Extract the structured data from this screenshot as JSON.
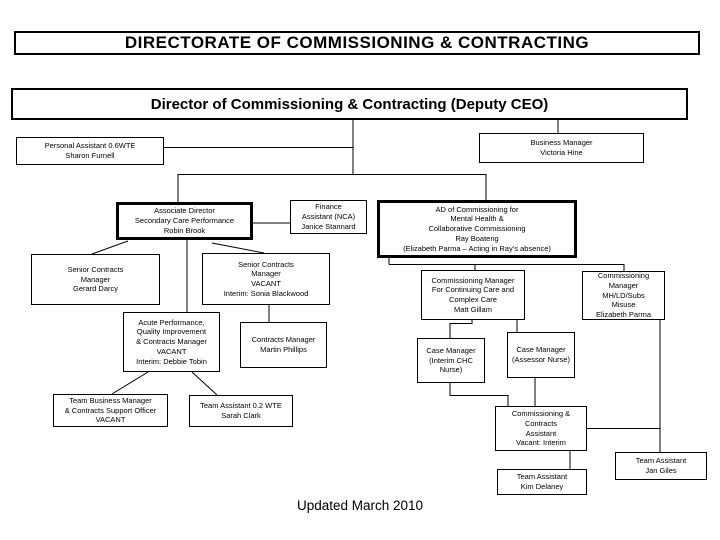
{
  "colors": {
    "background": "#ffffff",
    "box_fill": "#ffffff",
    "box_border": "#000000",
    "connector_line": "#000000",
    "text": "#000000"
  },
  "header": {
    "title": "DIRECTORATE OF COMMISSIONING & CONTRACTING",
    "director": "Director of Commissioning & Contracting (Deputy CEO)"
  },
  "footer": {
    "updated": "Updated March 2010"
  },
  "nodes": {
    "pa": {
      "lines": [
        "Personal Assistant 0.6WTE",
        "Sharon Furnell"
      ]
    },
    "bm": {
      "lines": [
        "Business Manager",
        "Victoria Hine"
      ]
    },
    "assoc": {
      "lines": [
        "Associate Director",
        "Secondary Care Performance",
        "Robin Brook"
      ]
    },
    "finance": {
      "lines": [
        "Finance",
        "Assistant (NCA)",
        "Janice Stannard"
      ]
    },
    "adc": {
      "lines": [
        "AD of Commissioning for",
        "Mental Health &",
        "Collaborative Commissioning",
        "Ray Boateng",
        "(Elizabeth Parma – Acting in Ray’s absence)"
      ]
    },
    "darcy": {
      "lines": [
        "Senior Contracts",
        "Manager",
        "Gerard Darcy"
      ]
    },
    "sonia": {
      "lines": [
        "Senior Contracts",
        "Manager",
        "VACANT",
        "Interim: Sonia Blackwood"
      ]
    },
    "acute": {
      "lines": [
        "Acute Performance,",
        "Quality Improvement",
        "& Contracts Manager",
        "VACANT",
        "Interim: Debbie Tobin"
      ]
    },
    "phillips": {
      "lines": [
        "Contracts Manager",
        "Martin Phillips"
      ]
    },
    "gillam": {
      "lines": [
        "Commissioning Manager",
        "For Continuing Care and",
        "Complex Care",
        "Matt Gillam"
      ]
    },
    "parma": {
      "lines": [
        "Commissioning",
        "Manager",
        "MH/LD/Subs",
        "Misuse",
        "Elizabeth Parma"
      ]
    },
    "chc": {
      "lines": [
        "Case Manager",
        "(Interim CHC",
        "Nurse)"
      ]
    },
    "assessor": {
      "lines": [
        "Case Manager",
        "(Assessor Nurse)"
      ]
    },
    "tbm": {
      "lines": [
        "Team Business Manager",
        "& Contracts Support Officer",
        "VACANT"
      ]
    },
    "clark": {
      "lines": [
        "Team Assistant 0.2 WTE",
        "Sarah Clark"
      ]
    },
    "ccassist": {
      "lines": [
        "Commissioning &",
        "Contracts",
        "Assistant",
        "Vacant: Interim"
      ]
    },
    "delaney": {
      "lines": [
        "Team Assistant",
        "Kim Delaney"
      ]
    },
    "giles": {
      "lines": [
        "Team Assistant",
        "Jan Giles"
      ]
    }
  }
}
